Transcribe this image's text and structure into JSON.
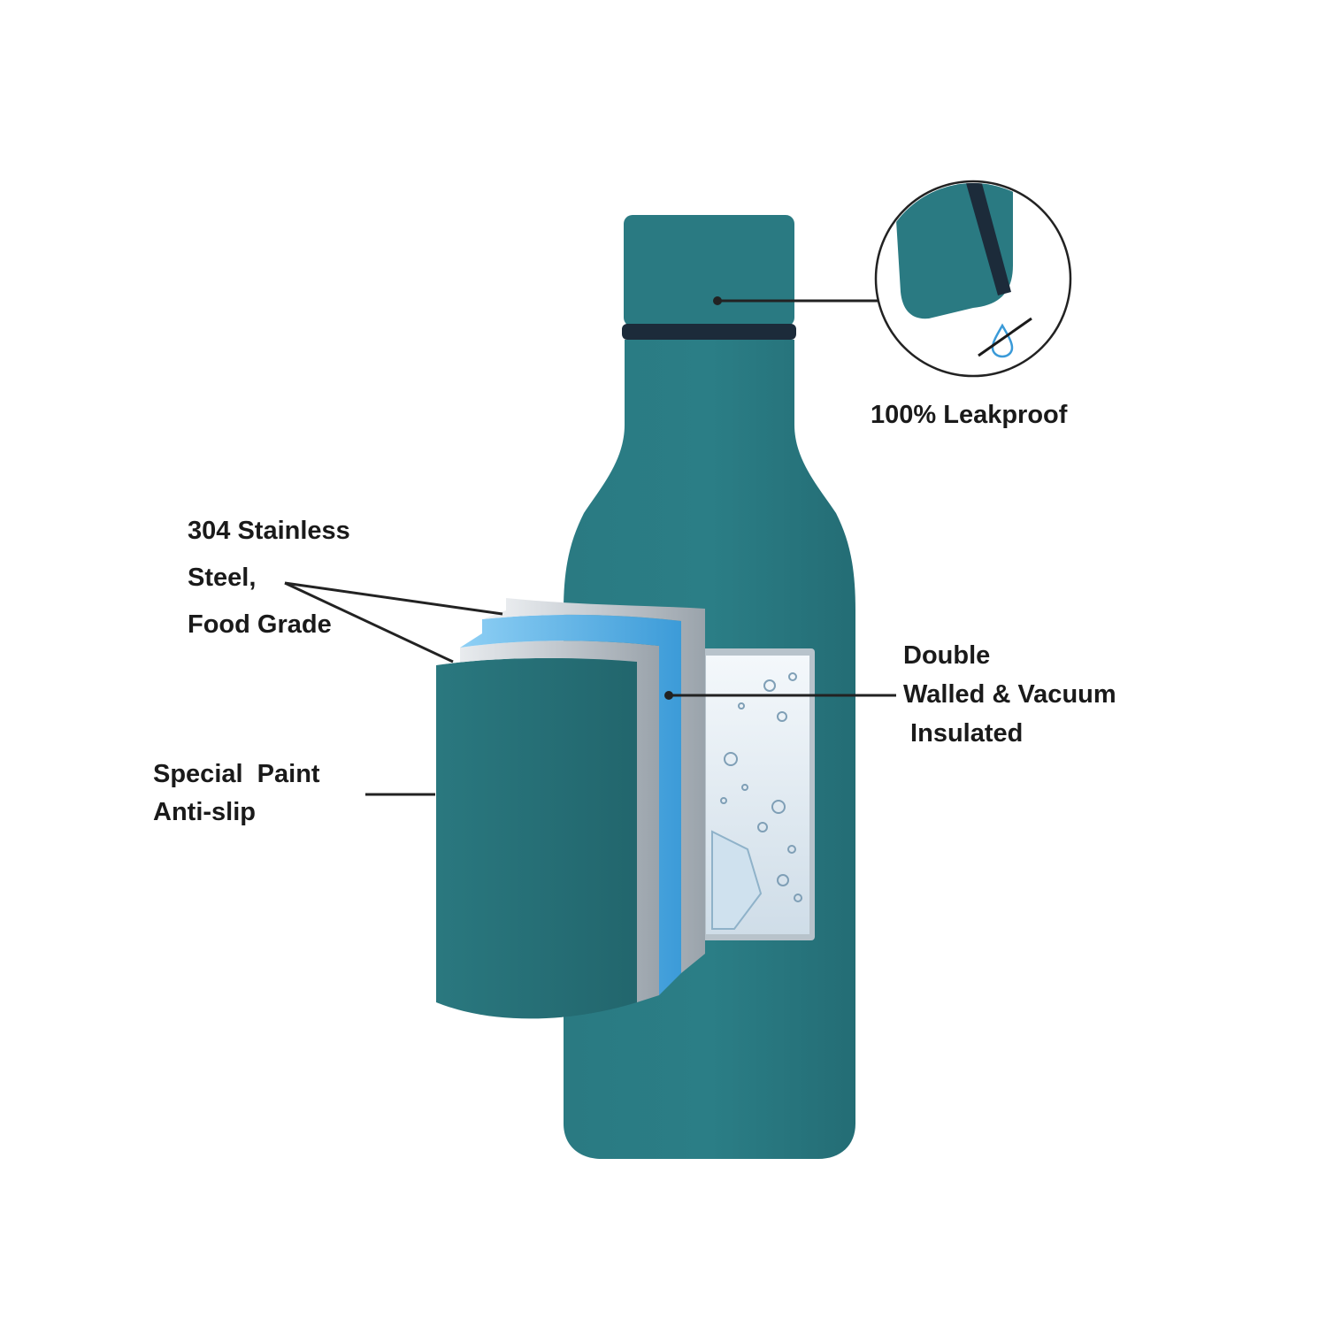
{
  "callouts": {
    "leakproof": {
      "text": "100% Leakproof"
    },
    "steel": {
      "line1": "304 Stainless",
      "line2": "Steel,",
      "line3": "Food Grade"
    },
    "vacuum": {
      "line1": "Double",
      "line2": "Walled & Vacuum",
      "line3": " Insulated"
    },
    "paint": {
      "line1": "Special  Paint",
      "line2": "Anti-slip"
    }
  },
  "colors": {
    "bottle_teal": "#27727a",
    "bottle_teal_dark": "#1f5e66",
    "seal_ring": "#1c2b3a",
    "steel_silver": "#c9ced3",
    "vacuum_blue": "#5cb4e8",
    "water_tint": "#e3edf4",
    "leader_line": "#222222"
  },
  "icons": {
    "drop": "water-drop-icon",
    "seal": "seal-ring-zoom"
  }
}
